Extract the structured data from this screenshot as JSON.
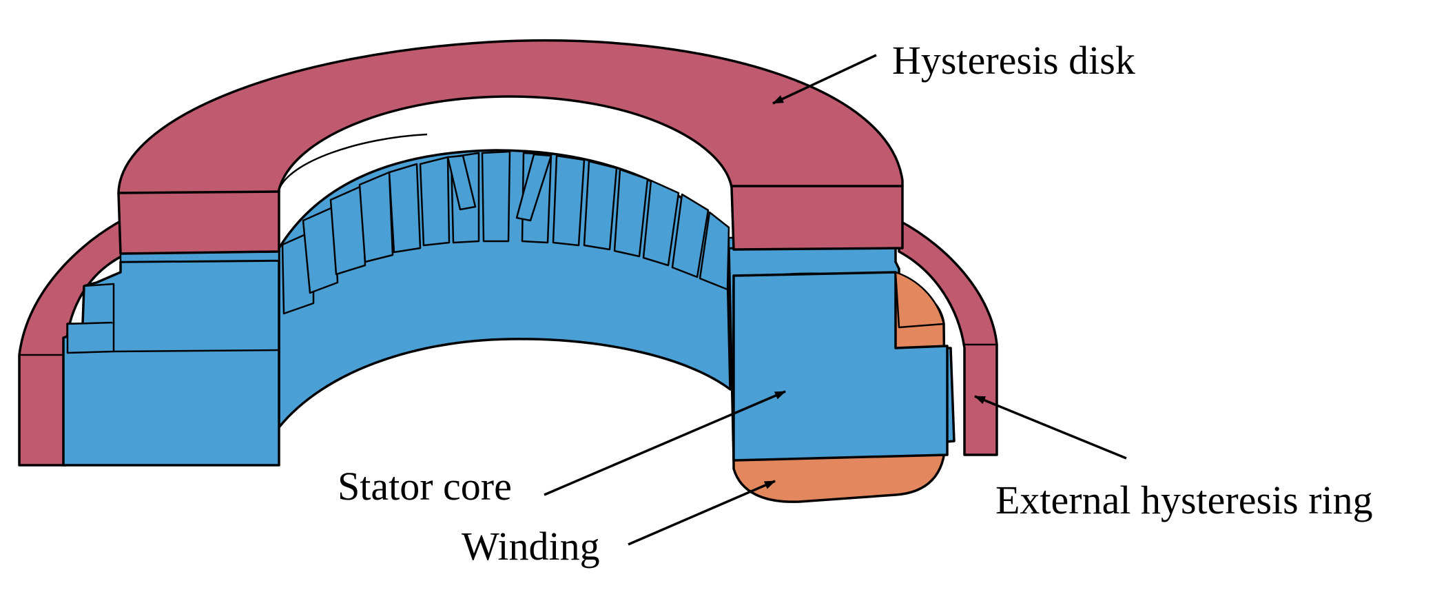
{
  "labels": {
    "hysteresis_disk": "Hysteresis disk",
    "stator_core": "Stator core",
    "winding": "Winding",
    "external_ring": "External hysteresis ring"
  },
  "colors": {
    "hysteresis": "#C05A6E",
    "stator": "#4A9FD4",
    "winding": "#E3875E",
    "outline": "#000000",
    "background": "#FFFFFF"
  }
}
